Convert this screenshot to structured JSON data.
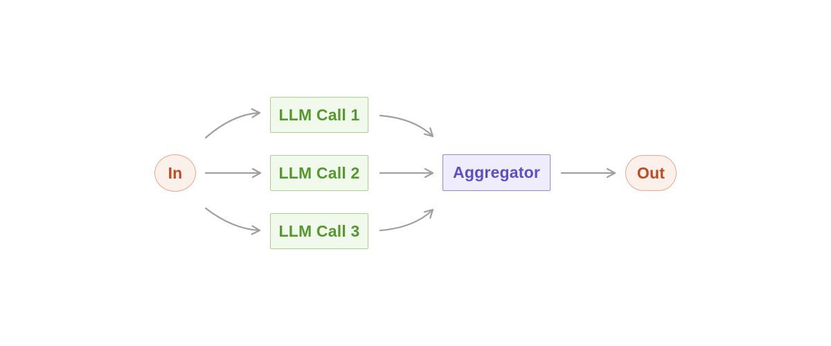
{
  "diagram": {
    "title": "parallelization-workflow",
    "nodes": {
      "input": {
        "label": "In"
      },
      "llm_calls": [
        {
          "label": "LLM Call 1"
        },
        {
          "label": "LLM Call 2"
        },
        {
          "label": "LLM Call 3"
        }
      ],
      "aggregator": {
        "label": "Aggregator"
      },
      "output": {
        "label": "Out"
      }
    },
    "edges": [
      {
        "from": "In",
        "to": "LLM Call 1",
        "shape": "curved"
      },
      {
        "from": "In",
        "to": "LLM Call 2",
        "shape": "straight"
      },
      {
        "from": "In",
        "to": "LLM Call 3",
        "shape": "curved"
      },
      {
        "from": "LLM Call 1",
        "to": "Aggregator",
        "shape": "curved"
      },
      {
        "from": "LLM Call 2",
        "to": "Aggregator",
        "shape": "straight"
      },
      {
        "from": "LLM Call 3",
        "to": "Aggregator",
        "shape": "curved"
      },
      {
        "from": "Aggregator",
        "to": "Out",
        "shape": "straight"
      }
    ],
    "colors": {
      "in_out_fill": "#fcf0ea",
      "in_out_border": "#eba68c",
      "in_out_text": "#c2491f",
      "llm_fill": "#f1f8ec",
      "llm_border": "#a9ce8e",
      "llm_text": "#55982e",
      "aggregator_fill": "#efedfb",
      "aggregator_border": "#9286db",
      "aggregator_text": "#5b4ec7",
      "arrow": "#a0a0a0"
    }
  }
}
